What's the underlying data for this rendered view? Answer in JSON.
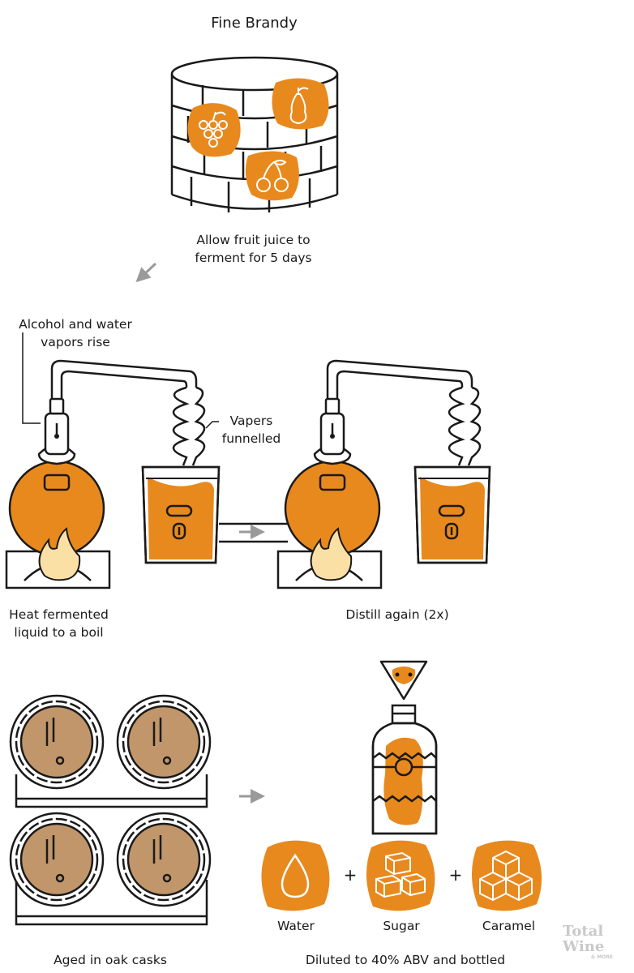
{
  "title": "Fine Brandy",
  "steps": {
    "ferment": [
      "Allow fruit juice to",
      "ferment for 5 days"
    ],
    "vapors": [
      "Alcohol and water",
      "vapors rise"
    ],
    "funnelled": [
      "Vapers",
      "funnelled"
    ],
    "heat": [
      "Heat fermented",
      "liquid to a boil"
    ],
    "distill": "Distill again (2x)",
    "aged": "Aged in oak casks",
    "diluted": "Diluted to 40% ABV and bottled"
  },
  "ingredients": [
    {
      "label": "Water",
      "icon": "water-drop-icon"
    },
    {
      "label": "Sugar",
      "icon": "sugar-cubes-icon"
    },
    {
      "label": "Caramel",
      "icon": "caramel-cubes-icon"
    }
  ],
  "plus_sign": "+",
  "logo": {
    "line1": "Total",
    "line2": "Wine",
    "line3": "& MORE"
  },
  "colors": {
    "orange": "#e8891e",
    "flame": "#fbe0a6",
    "cask_wood": "#c1966a",
    "arrow": "#9a9a9a",
    "stroke": "#1a1a1a"
  }
}
